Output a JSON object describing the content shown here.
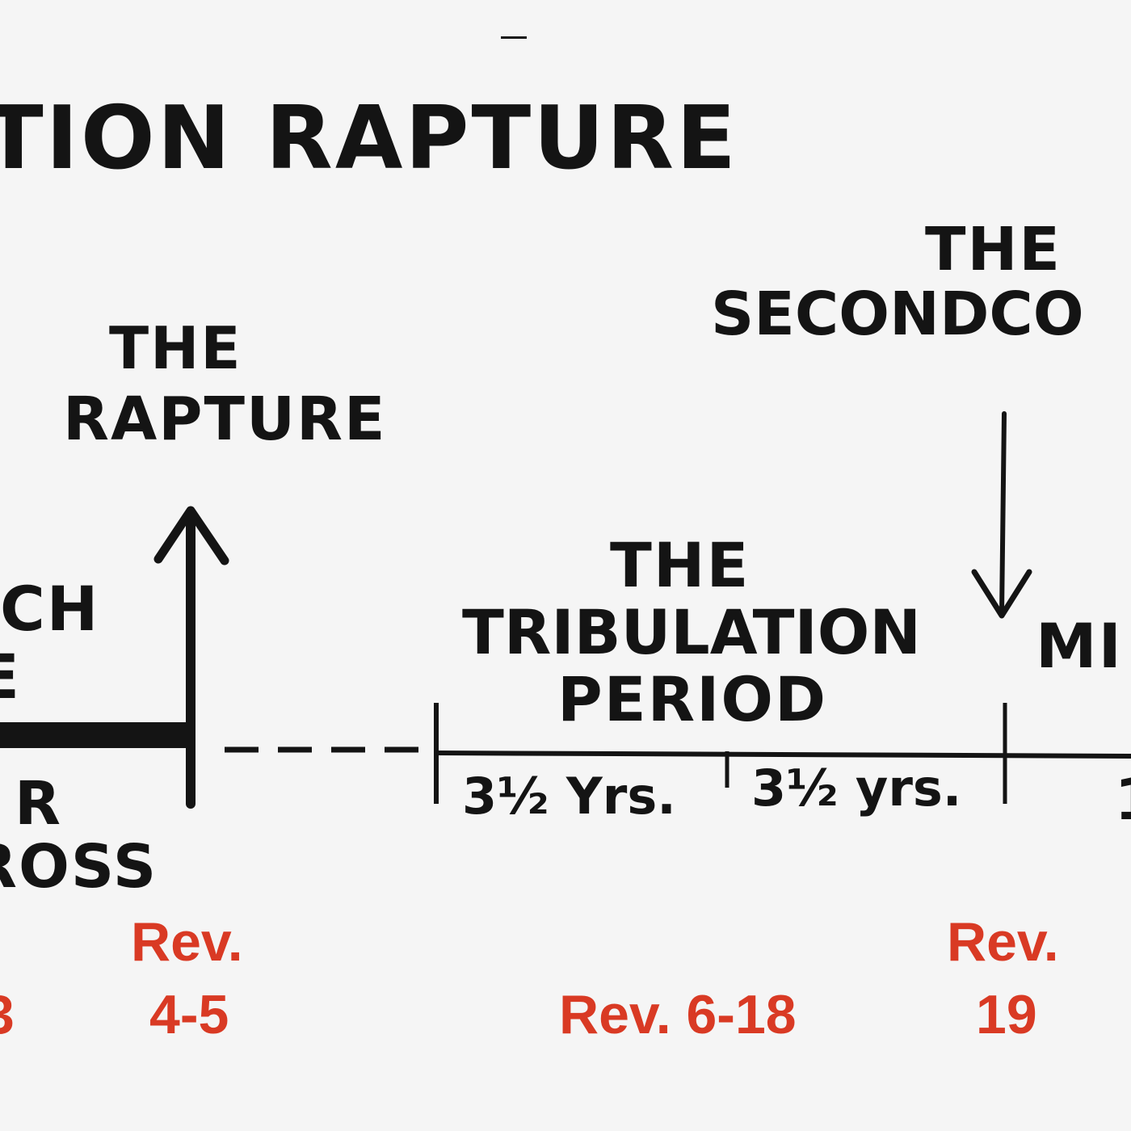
{
  "title": "TION RAPTURE",
  "top_mark": "–",
  "events": {
    "rapture": {
      "line1": "THE",
      "line2": "RAPTURE"
    },
    "second_coming": {
      "line1": "THE",
      "line2": "SECONDCO"
    },
    "tribulation": {
      "line1": "THE",
      "line2": "TRIBULATION",
      "line3": "PERIOD"
    }
  },
  "church_age": {
    "line1": "CH",
    "line2": "E"
  },
  "cross": {
    "line1": "R",
    "line2": "ROSS"
  },
  "millennium_partial": "MI",
  "millennium_sub_partial": "1",
  "tribulation_halves": [
    "3½ Yrs.",
    "3½ yrs."
  ],
  "references": {
    "church_partial": "3",
    "rapture": {
      "line1": "Rev.",
      "line2": "4-5"
    },
    "tribulation": "Rev. 6-18",
    "second_coming": {
      "line1": "Rev.",
      "line2": "19"
    }
  },
  "colors": {
    "ink": "#141414",
    "reference": "#d93a24",
    "background": "#f5f5f5"
  }
}
